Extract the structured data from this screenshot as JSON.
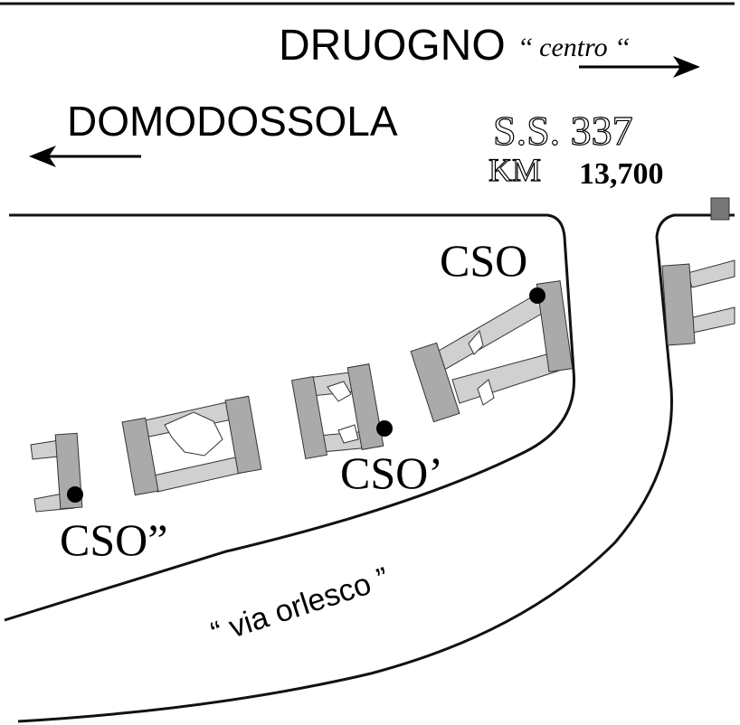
{
  "labels": {
    "druogno": "DRUOGNO",
    "centro": "‘‘ centro ‘‘",
    "domodossola": "DOMODOSSOLA",
    "ss": "S.S. 337",
    "km_prefix": "KM",
    "km_value": "13,700",
    "cso": "CSO",
    "cso_prime": "CSO’",
    "cso_double_prime": "CSO”",
    "via_orlesco": "“ via orlesco ”"
  },
  "colors": {
    "ink": "#000000",
    "road_line": "#111111",
    "tie_fill": "#aaaaaa",
    "rail_fill": "#d0d0d0",
    "marker_fill": "#777777"
  },
  "icons": {
    "arrow_right": "arrow-right-icon",
    "arrow_left": "arrow-left-icon",
    "marker": "kilometer-marker-icon"
  }
}
